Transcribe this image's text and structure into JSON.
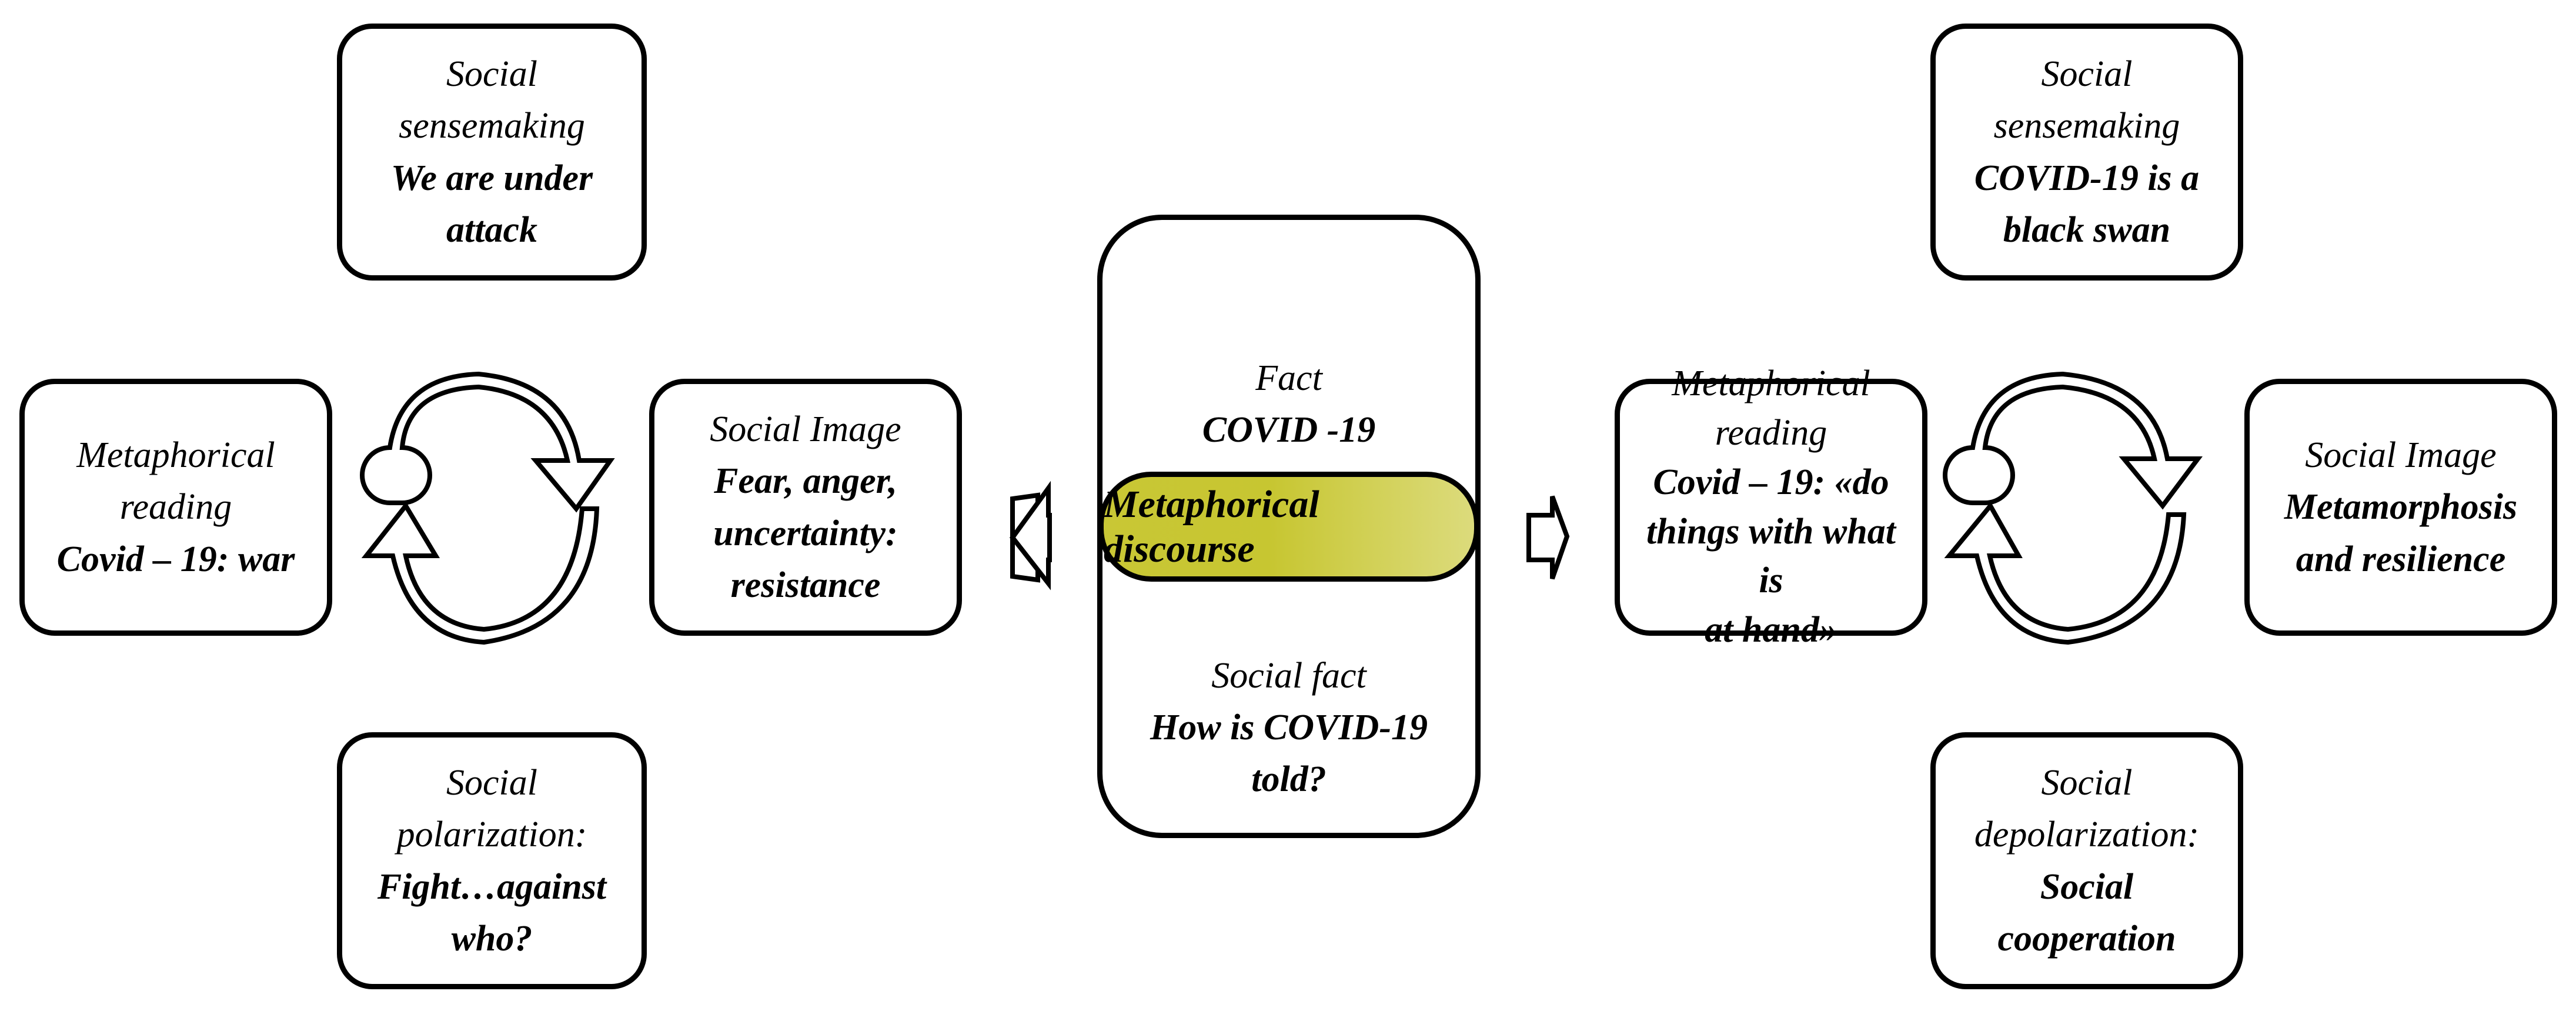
{
  "colors": {
    "pill_fill": "#c9c735",
    "stroke": "#000000",
    "background": "#ffffff"
  },
  "icons": {
    "cycle_arrow": "cycle-arrow-icon",
    "outline_arrow": "hollow-arrow-icon"
  },
  "center": {
    "fact_label": "Fact",
    "fact_value": "COVID -19",
    "discourse": "Metaphorical discourse",
    "social_fact_label": "Social fact",
    "social_fact_question": "How is COVID-19 told?"
  },
  "left": {
    "sensemaking": {
      "label": "Social sensemaking",
      "lines": [
        "We are under",
        "attack"
      ]
    },
    "reading": {
      "label_lines": [
        "Metaphorical",
        "reading"
      ],
      "value": "Covid – 19: war"
    },
    "image": {
      "label": "Social Image",
      "lines": [
        "Fear, anger,",
        "uncertainty:",
        "resistance"
      ]
    },
    "polarization": {
      "label": "Social polarization:",
      "lines": [
        "Fight…against",
        "who?"
      ]
    }
  },
  "right": {
    "sensemaking": {
      "label": "Social sensemaking",
      "lines": [
        "COVID-19 is a",
        "black swan"
      ]
    },
    "reading": {
      "label_lines": [
        "Metaphorical",
        "reading"
      ],
      "lines": [
        "Covid – 19: «do",
        "things with what is",
        "at hand»"
      ]
    },
    "image": {
      "label": "Social Image",
      "lines": [
        "Metamorphosis",
        "and resilience"
      ]
    },
    "depolarization": {
      "label_lines": [
        "Social",
        "depolarization:"
      ],
      "value": "Social cooperation"
    }
  }
}
